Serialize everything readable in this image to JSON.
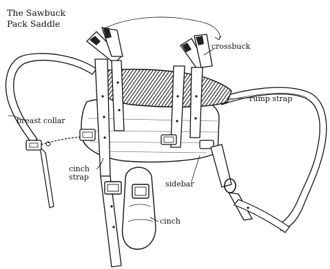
{
  "title": {
    "line1": "The Sawbuck",
    "line2": "Pack Saddle"
  },
  "labels": {
    "crossbuck": "crossbuck",
    "rump_strap": "rump strap",
    "breast_collar": "breast collar",
    "cinch_strap_line1": "cinch",
    "cinch_strap_line2": "strap",
    "sidebar": "sidebar",
    "cinch": "cinch"
  },
  "colors": {
    "ink": "#111111",
    "paper": "#ffffff",
    "hatch": "#2a2a2a"
  }
}
